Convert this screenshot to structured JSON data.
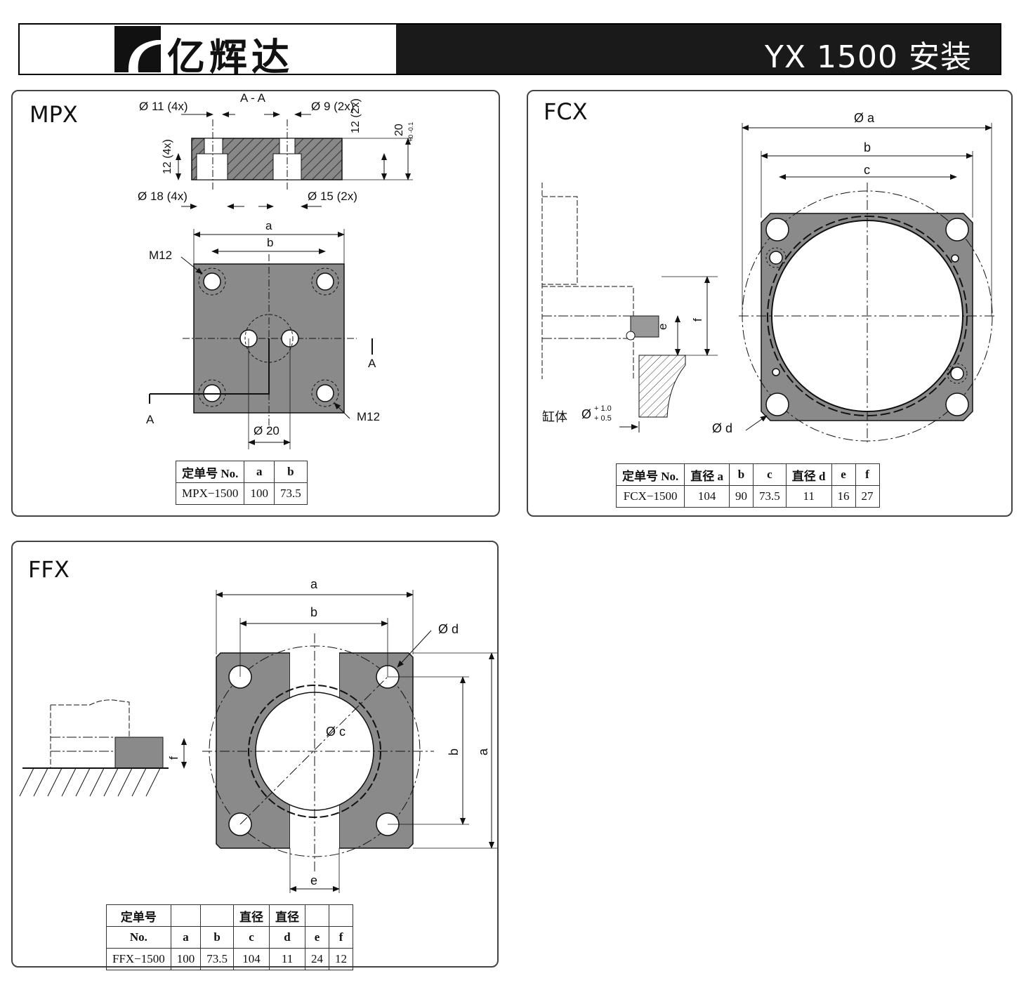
{
  "header": {
    "logo_text": "亿辉达",
    "title": "YX 1500 安装"
  },
  "mpx": {
    "title": "MPX",
    "labels": {
      "section": "A - A",
      "d11": "Ø 11 (4x)",
      "d9": "Ø 9 (2x)",
      "h12_2x": "12 (2x)",
      "h20": "20",
      "h20_tol": "+0 -0.1",
      "h12_4x": "12 (4x)",
      "d18": "Ø 18 (4x)",
      "d15": "Ø 15 (2x)",
      "a": "a",
      "b": "b",
      "m12_top": "M12",
      "m12_bottom": "M12",
      "cut_right": "A",
      "cut_left": "A",
      "d20": "Ø 20"
    },
    "table": {
      "headers": [
        "定单号 No.",
        "a",
        "b"
      ],
      "rows": [
        [
          "MPX−1500",
          "100",
          "73.5"
        ]
      ]
    }
  },
  "fcx": {
    "title": "FCX",
    "labels": {
      "a": "Ø a",
      "b": "b",
      "c": "c",
      "e": "e",
      "f": "f",
      "d": "Ø d",
      "body": "缸体",
      "tol": "Ø",
      "tol_up": "+ 1.0",
      "tol_low": "+ 0.5"
    },
    "table": {
      "headers": [
        "定单号 No.",
        "直径 a",
        "b",
        "c",
        "直径 d",
        "e",
        "f"
      ],
      "rows": [
        [
          "FCX−1500",
          "104",
          "90",
          "73.5",
          "11",
          "16",
          "27"
        ]
      ]
    }
  },
  "ffx": {
    "title": "FFX",
    "labels": {
      "a_top": "a",
      "b_top": "b",
      "d": "Ø d",
      "c": "Ø c",
      "b_side": "b",
      "a_side": "a",
      "e": "e",
      "f": "f"
    },
    "table": {
      "headers_row1": [
        "定单号",
        "",
        "",
        "直径",
        "直径",
        "",
        ""
      ],
      "headers_row2": [
        "No.",
        "a",
        "b",
        "c",
        "d",
        "e",
        "f"
      ],
      "rows": [
        [
          "FFX−1500",
          "100",
          "73.5",
          "104",
          "11",
          "24",
          "12"
        ]
      ]
    }
  }
}
